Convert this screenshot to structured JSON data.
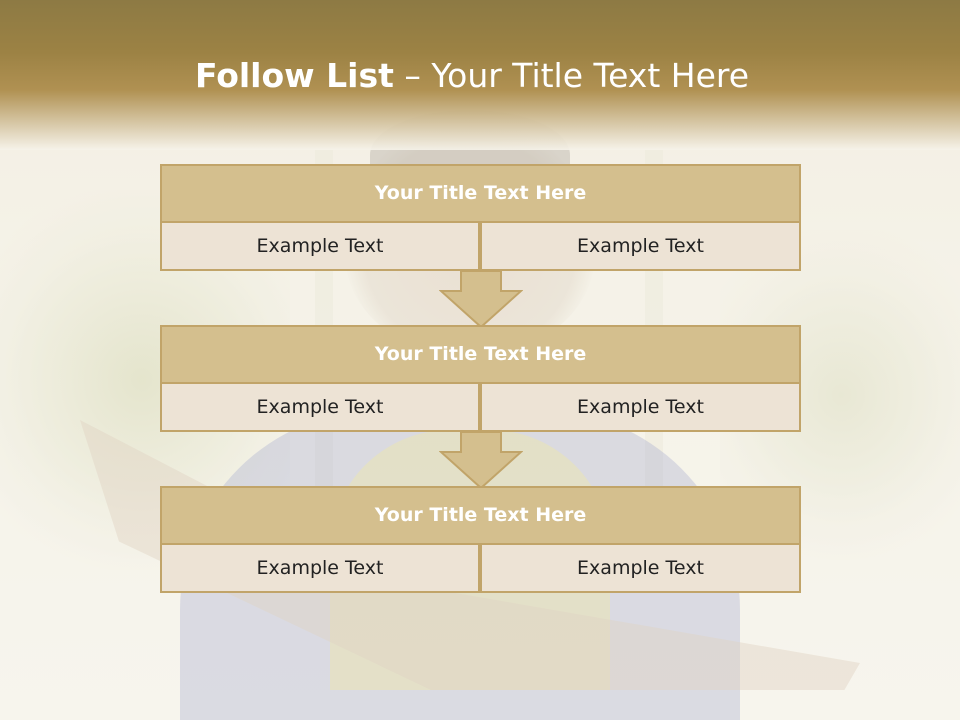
{
  "slide": {
    "title_bold": "Follow List",
    "title_rest": " – Your Title Text Here"
  },
  "blocks": [
    {
      "title": "Your Title Text Here",
      "left_text": "Example Text",
      "right_text": "Example Text"
    },
    {
      "title": "Your Title Text Here",
      "left_text": "Example Text",
      "right_text": "Example Text"
    },
    {
      "title": "Your Title Text Here",
      "left_text": "Example Text",
      "right_text": "Example Text"
    }
  ],
  "colors": {
    "banner": "#9c8244",
    "title_box": "#d4bf8e",
    "cell_box": "#ede3d5",
    "border": "#c1a469"
  }
}
